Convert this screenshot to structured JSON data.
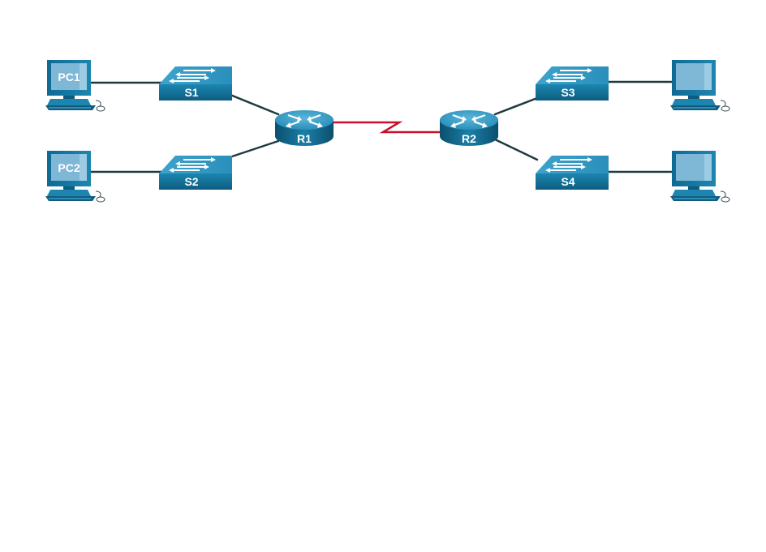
{
  "devices": {
    "pc1": {
      "label": "PC1"
    },
    "pc2": {
      "label": "PC2"
    },
    "pc3": {
      "label": ""
    },
    "pc4": {
      "label": ""
    },
    "s1": {
      "label": "S1"
    },
    "s2": {
      "label": "S2"
    },
    "s3": {
      "label": "S3"
    },
    "s4": {
      "label": "S4"
    },
    "r1": {
      "label": "R1"
    },
    "r2": {
      "label": "R2"
    }
  },
  "links": [
    {
      "from": "pc1",
      "to": "s1",
      "type": "ethernet"
    },
    {
      "from": "pc2",
      "to": "s2",
      "type": "ethernet"
    },
    {
      "from": "s1",
      "to": "r1",
      "type": "ethernet"
    },
    {
      "from": "s2",
      "to": "r1",
      "type": "ethernet"
    },
    {
      "from": "r1",
      "to": "r2",
      "type": "serial"
    },
    {
      "from": "r2",
      "to": "s3",
      "type": "ethernet"
    },
    {
      "from": "r2",
      "to": "s4",
      "type": "ethernet"
    },
    {
      "from": "s3",
      "to": "pc3",
      "type": "ethernet"
    },
    {
      "from": "s4",
      "to": "pc4",
      "type": "ethernet"
    }
  ],
  "colors": {
    "ethernet_link": "#1f3a3f",
    "serial_link": "#c8102e",
    "device_blue": "#1d7fa8",
    "device_dark": "#0c5070",
    "device_light": "#5bb5d8",
    "screen": "#7fb7d6"
  },
  "icons": {
    "pc": "desktop-computer-icon",
    "switch": "workgroup-switch-icon",
    "router": "router-icon"
  }
}
